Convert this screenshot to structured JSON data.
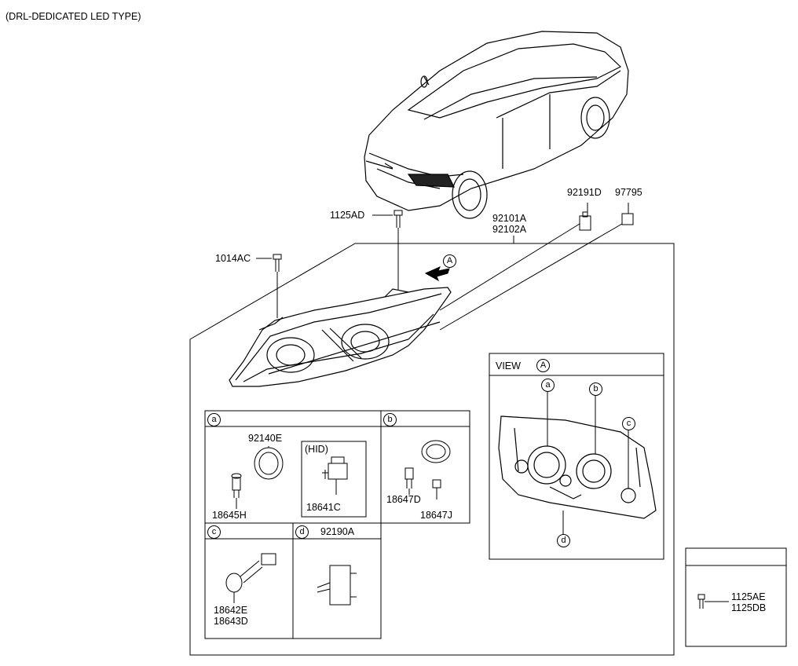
{
  "title": "(DRL-DEDICATED LED TYPE)",
  "part_labels": {
    "p1125AD": "1125AD",
    "p1014AC": "1014AC",
    "p92101A": "92101A",
    "p92102A": "92102A",
    "p92191D": "92191D",
    "p97795": "97795",
    "p92140E": "92140E",
    "p18645H": "18645H",
    "p18641C": "18641C",
    "p18647D": "18647D",
    "p18647J": "18647J",
    "p18642E": "18642E",
    "p18643D": "18643D",
    "p92190A": "92190A",
    "p1125AE": "1125AE",
    "p1125DB": "1125DB"
  },
  "view_label": "VIEW",
  "hid_label": "(HID)",
  "callouts": {
    "A": "A",
    "a": "a",
    "b": "b",
    "c": "c",
    "d": "d"
  }
}
